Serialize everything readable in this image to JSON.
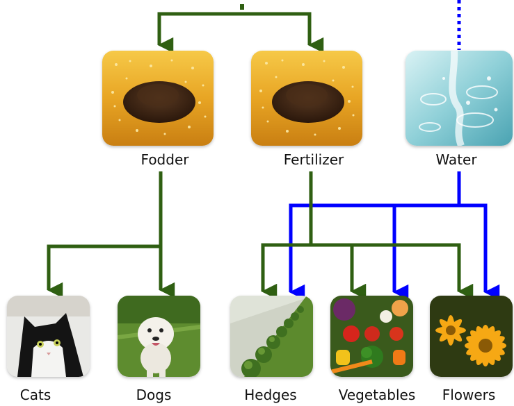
{
  "sources": [
    {
      "id": "fodder",
      "label": "Fodder",
      "image": "soil-pile-icon"
    },
    {
      "id": "fertilizer",
      "label": "Fertilizer",
      "image": "soil-pile-icon"
    },
    {
      "id": "water",
      "label": "Water",
      "image": "water-splash-icon"
    }
  ],
  "targets": [
    {
      "id": "cats",
      "label": "Cats",
      "image": "cat-photo"
    },
    {
      "id": "dogs",
      "label": "Dogs",
      "image": "dog-photo"
    },
    {
      "id": "hedges",
      "label": "Hedges",
      "image": "hedges-photo"
    },
    {
      "id": "vegetables",
      "label": "Vegetables",
      "image": "vegetables-photo"
    },
    {
      "id": "flowers",
      "label": "Flowers",
      "image": "flowers-photo"
    }
  ],
  "colors": {
    "green_connector": "#2f5f12",
    "blue_connector": "#0000ff"
  }
}
